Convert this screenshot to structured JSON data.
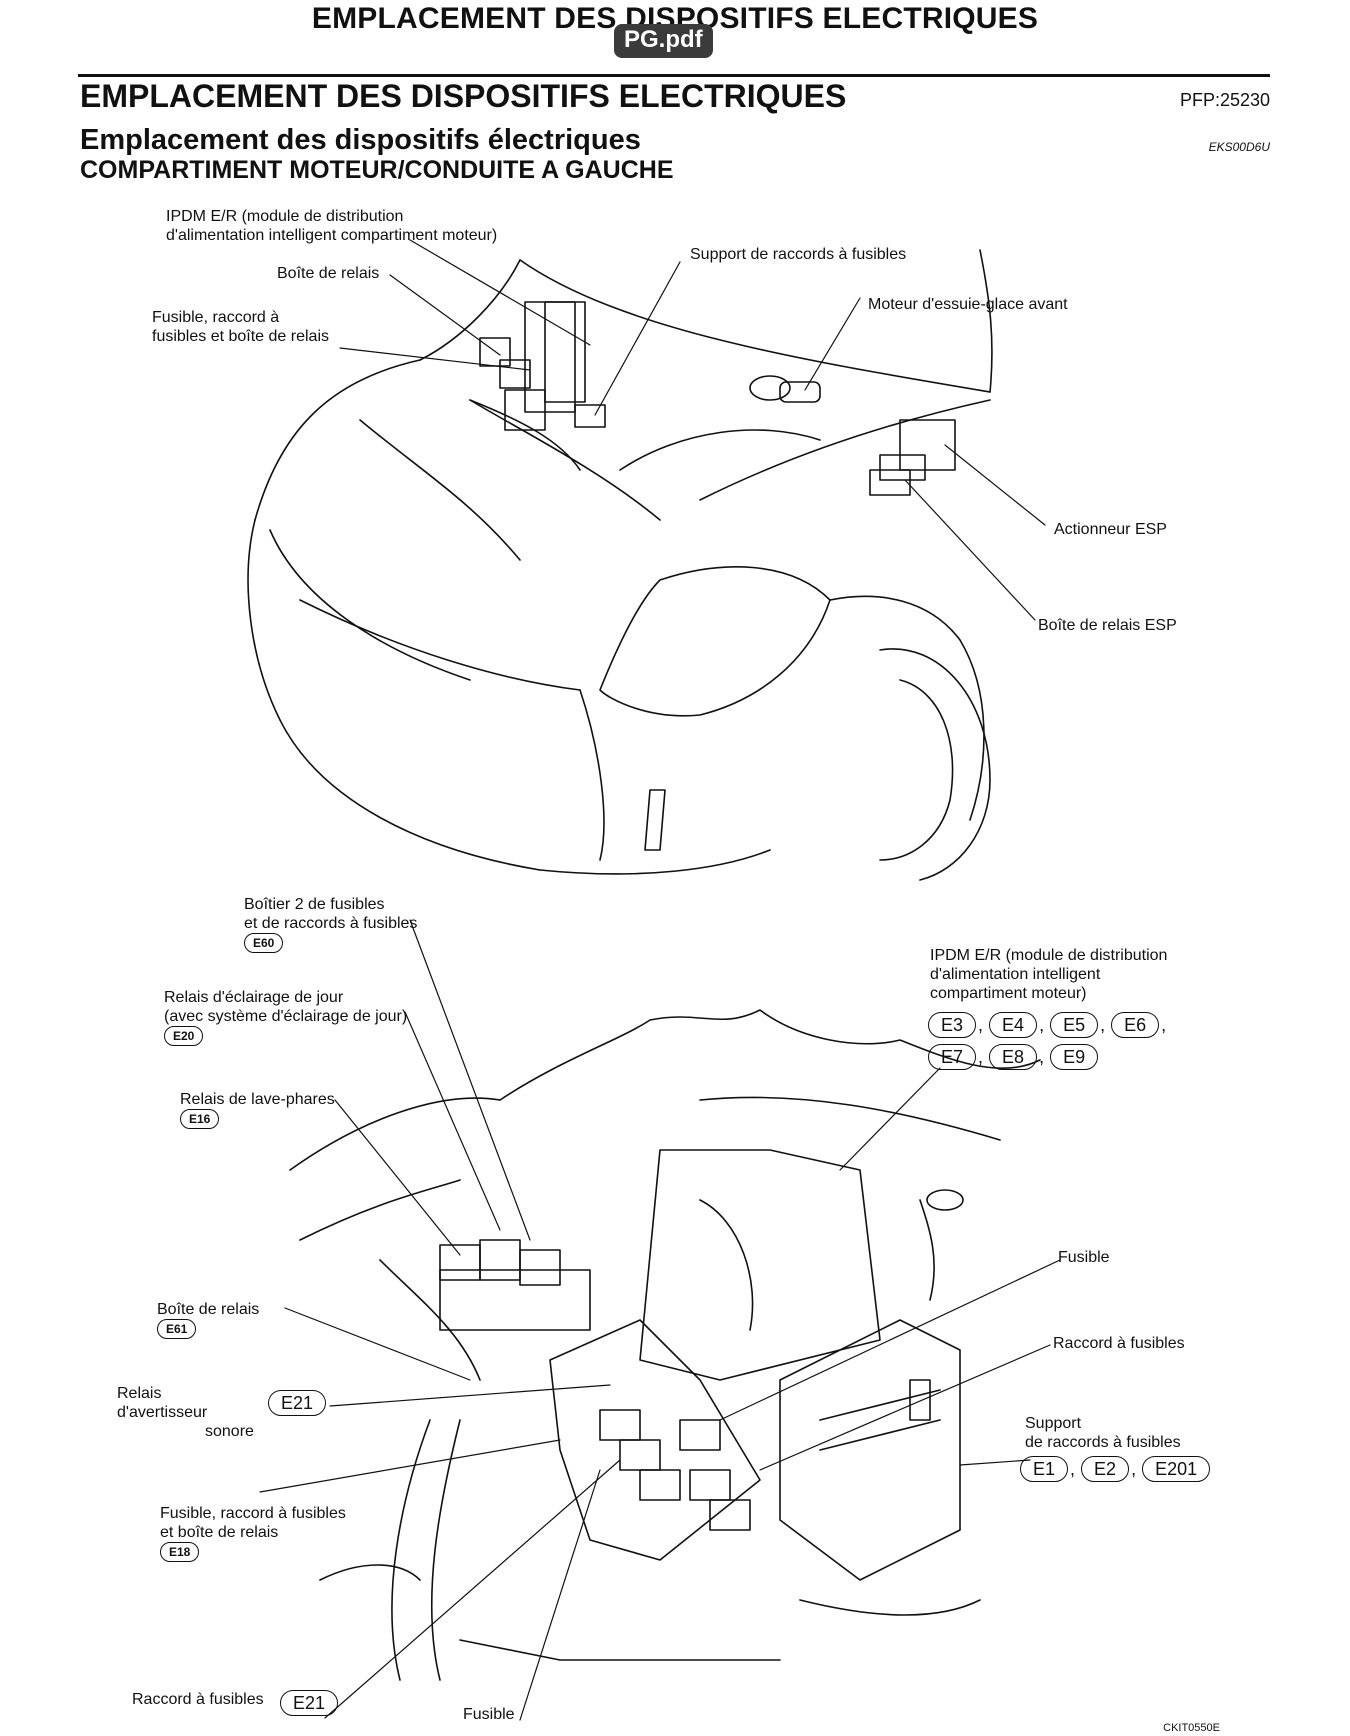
{
  "header": {
    "page_title": "EMPLACEMENT DES DISPOSITIFS ELECTRIQUES",
    "pdf_badge": "PG.pdf"
  },
  "section": {
    "title": "EMPLACEMENT DES DISPOSITIFS ELECTRIQUES",
    "pfp": "PFP:25230",
    "subtitle": "Emplacement des dispositifs électriques",
    "ref_code": "EKS00D6U",
    "subsubtitle": "COMPARTIMENT MOTEUR/CONDUITE A GAUCHE"
  },
  "top_diagram": {
    "ipdm_line1": "IPDM E/R (module de distribution",
    "ipdm_line2": "d'alimentation intelligent compartiment moteur)",
    "boite_relais": "Boîte de relais",
    "fusible_raccord_line1": "Fusible, raccord à",
    "fusible_raccord_line2": "fusibles et boîte de relais",
    "support_raccords": "Support de raccords à fusibles",
    "moteur_essuie": "Moteur d'essuie-glace avant",
    "actionneur_esp": "Actionneur ESP",
    "boite_relais_esp": "Boîte de relais ESP"
  },
  "bottom_diagram": {
    "boitier2_line1": "Boîtier 2 de fusibles",
    "boitier2_line2": "et de raccords à fusibles",
    "boitier2_conn": "E60",
    "relais_jour_line1": "Relais d'éclairage de jour",
    "relais_jour_line2": "(avec système d'éclairage de jour)",
    "relais_jour_conn": "E20",
    "relais_lave_line1": "Relais de lave-phares",
    "relais_lave_conn": "E16",
    "boite_relais_line1": "Boîte de relais",
    "boite_relais_conn": "E61",
    "avertisseur_line1": "Relais",
    "avertisseur_line2": "d'avertisseur",
    "avertisseur_line3": "sonore",
    "avertisseur_conn": "E21",
    "fusible_boite_line1": "Fusible, raccord à fusibles",
    "fusible_boite_line2": "et boîte de relais",
    "fusible_boite_conn": "E18",
    "raccord_fusibles_bottom": "Raccord à fusibles",
    "raccord_fusibles_bottom_conn": "E21",
    "fusible_bottom": "Fusible",
    "ipdm_line1": "IPDM E/R (module de distribution",
    "ipdm_line2": "d'alimentation intelligent",
    "ipdm_line3": "compartiment moteur)",
    "ipdm_conns_row1": [
      "E3",
      "E4",
      "E5",
      "E6"
    ],
    "ipdm_conns_row2": [
      "E7",
      "E8",
      "E9"
    ],
    "fusible_right": "Fusible",
    "raccord_right": "Raccord à fusibles",
    "support_line1": "Support",
    "support_line2": "de raccords à fusibles",
    "support_conns": [
      "E1",
      "E2",
      "E201"
    ]
  },
  "footer": {
    "figure_code": "CKIT0550E"
  }
}
